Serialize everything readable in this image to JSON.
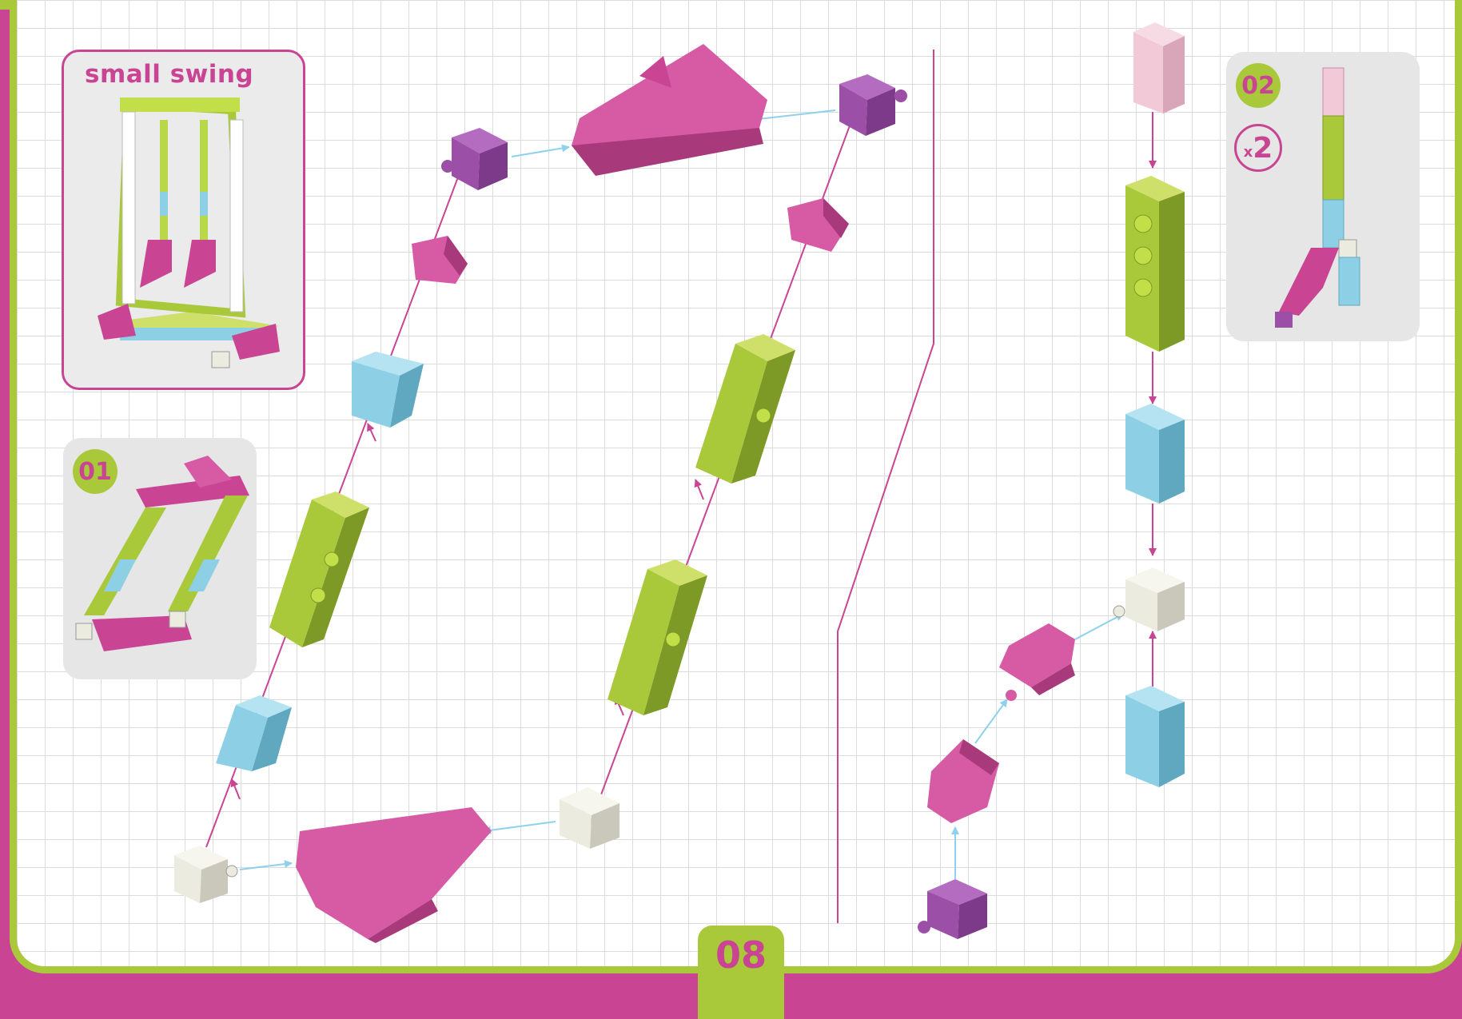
{
  "reference": {
    "title": "small swing"
  },
  "step1": {
    "number": "01"
  },
  "step2": {
    "number": "02",
    "multiplier_prefix": "x",
    "multiplier_value": "2"
  },
  "page": {
    "number": "08"
  },
  "colors": {
    "magenta": "#c94594",
    "lime": "#a9c93a",
    "purple": "#9b4fa6",
    "cyan": "#8dd0e6",
    "cream": "#ecebe0",
    "pink_light": "#f2c9d6",
    "arrow_blue": "#8fd0ec"
  },
  "icons": [
    "magenta-connector-icon",
    "green-beam-icon",
    "blue-block-icon",
    "cream-cube-icon",
    "purple-cube-icon",
    "pink-clip-icon",
    "assembly-arrow-icon"
  ]
}
